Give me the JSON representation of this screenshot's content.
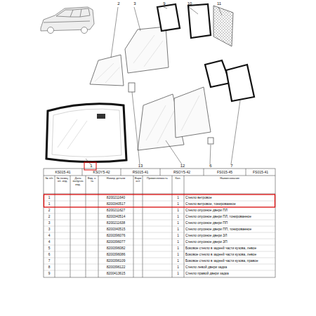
{
  "diagram": {
    "labels": [
      "2",
      "3",
      "9",
      "10",
      "11",
      "1",
      "13",
      "12",
      "6",
      "7",
      "KS015-41",
      "KSOY5-42",
      "RS015-41",
      "RSOY5-42",
      "FS015-45",
      "FS015-41",
      "№ п/п",
      "№ позиц. об. изд.",
      "Дата выпуска изд.",
      "Вид. к-та",
      "Номер детали",
      "Вари ант",
      "Применяемость",
      "Кол.",
      "Наименование",
      "1",
      "8200211640",
      "1",
      "Стекло ветровое",
      "1",
      "8200340517",
      "1",
      "Стекло ветровое, тонированное",
      "2",
      "8200211627",
      "1",
      "Стекло опускное двери ПЛ",
      "2",
      "8200340514",
      "1",
      "Стекло опускное двери ПЛ, тонированное",
      "3",
      "8200211638",
      "1",
      "Стекло опускное двери ПП",
      "3",
      "8200340515",
      "1",
      "Стекло опускное двери ПП, тонированное",
      "4",
      "8200396076",
      "1",
      "Стекло опускное двери ЗЛ",
      "4",
      "8200396077",
      "1",
      "Стекло опускное двери ЗП",
      "5",
      "8200396082",
      "1",
      "Боковое стекло в задней части кузова, левое",
      "6",
      "8200396086",
      "1",
      "Боковое стекло в задней части кузова, левое",
      "7",
      "8200396109",
      "1",
      "Боковое стекло в задней части кузова, правое",
      "8",
      "8200396122",
      "1",
      "Стекло левой двери задка",
      "9",
      "8200413615",
      "1",
      "Стекло правой двери задка"
    ]
  }
}
